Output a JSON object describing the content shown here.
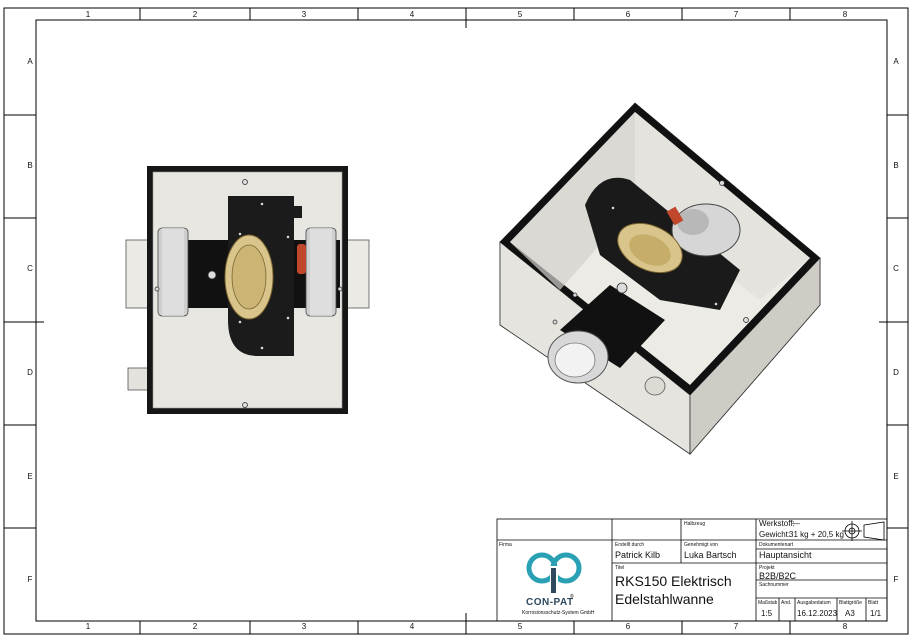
{
  "sheet": {
    "columns": [
      "1",
      "2",
      "3",
      "4",
      "5",
      "6",
      "7",
      "8"
    ],
    "rows": [
      "A",
      "B",
      "C",
      "D",
      "E",
      "F"
    ]
  },
  "title_block": {
    "halbzeug_label": "Halbzeug",
    "werkstoff_label": "Werkstoff:",
    "werkstoff_value": "—",
    "gewicht_label": "Gewicht:",
    "gewicht_value": "31 kg + 20,5 kg",
    "firma_label": "Firma",
    "erstellt_label": "Erstellt durch",
    "erstellt_value": "Patrick Kilb",
    "genehmigt_label": "Genehmigt von",
    "genehmigt_value": "Luka Bartsch",
    "dokumentart_label": "Dokumentenart",
    "dokumentart_value": "Hauptansicht",
    "titel_label": "Titel",
    "titel_line1": "RKS150 Elektrisch",
    "titel_line2": "Edelstahlwanne",
    "projekt_label": "Projekt",
    "projekt_value": "B2B/B2C",
    "sachnummer_label": "Sachnummer",
    "massstab_label": "Maßstab",
    "massstab_value": "1:5",
    "aend_label": "Änd.",
    "ausgabedatum_label": "Ausgabedatum",
    "ausgabedatum_value": "16.12.2023",
    "blattgroesse_label": "Blattgröße",
    "blattgroesse_value": "A3",
    "blatt_label": "Blatt",
    "blatt_value": "1/1",
    "logo_name": "CON-PAT",
    "logo_sub": "Korrosionsschutz-System GmbH",
    "logo_mark": "®"
  },
  "colors": {
    "logo_teal": "#2aa0b4",
    "logo_dark": "#2f4a5e",
    "brass": "#d8c48a",
    "housing_black": "#1a1a1a",
    "tub_grey": "#dedcd7"
  }
}
